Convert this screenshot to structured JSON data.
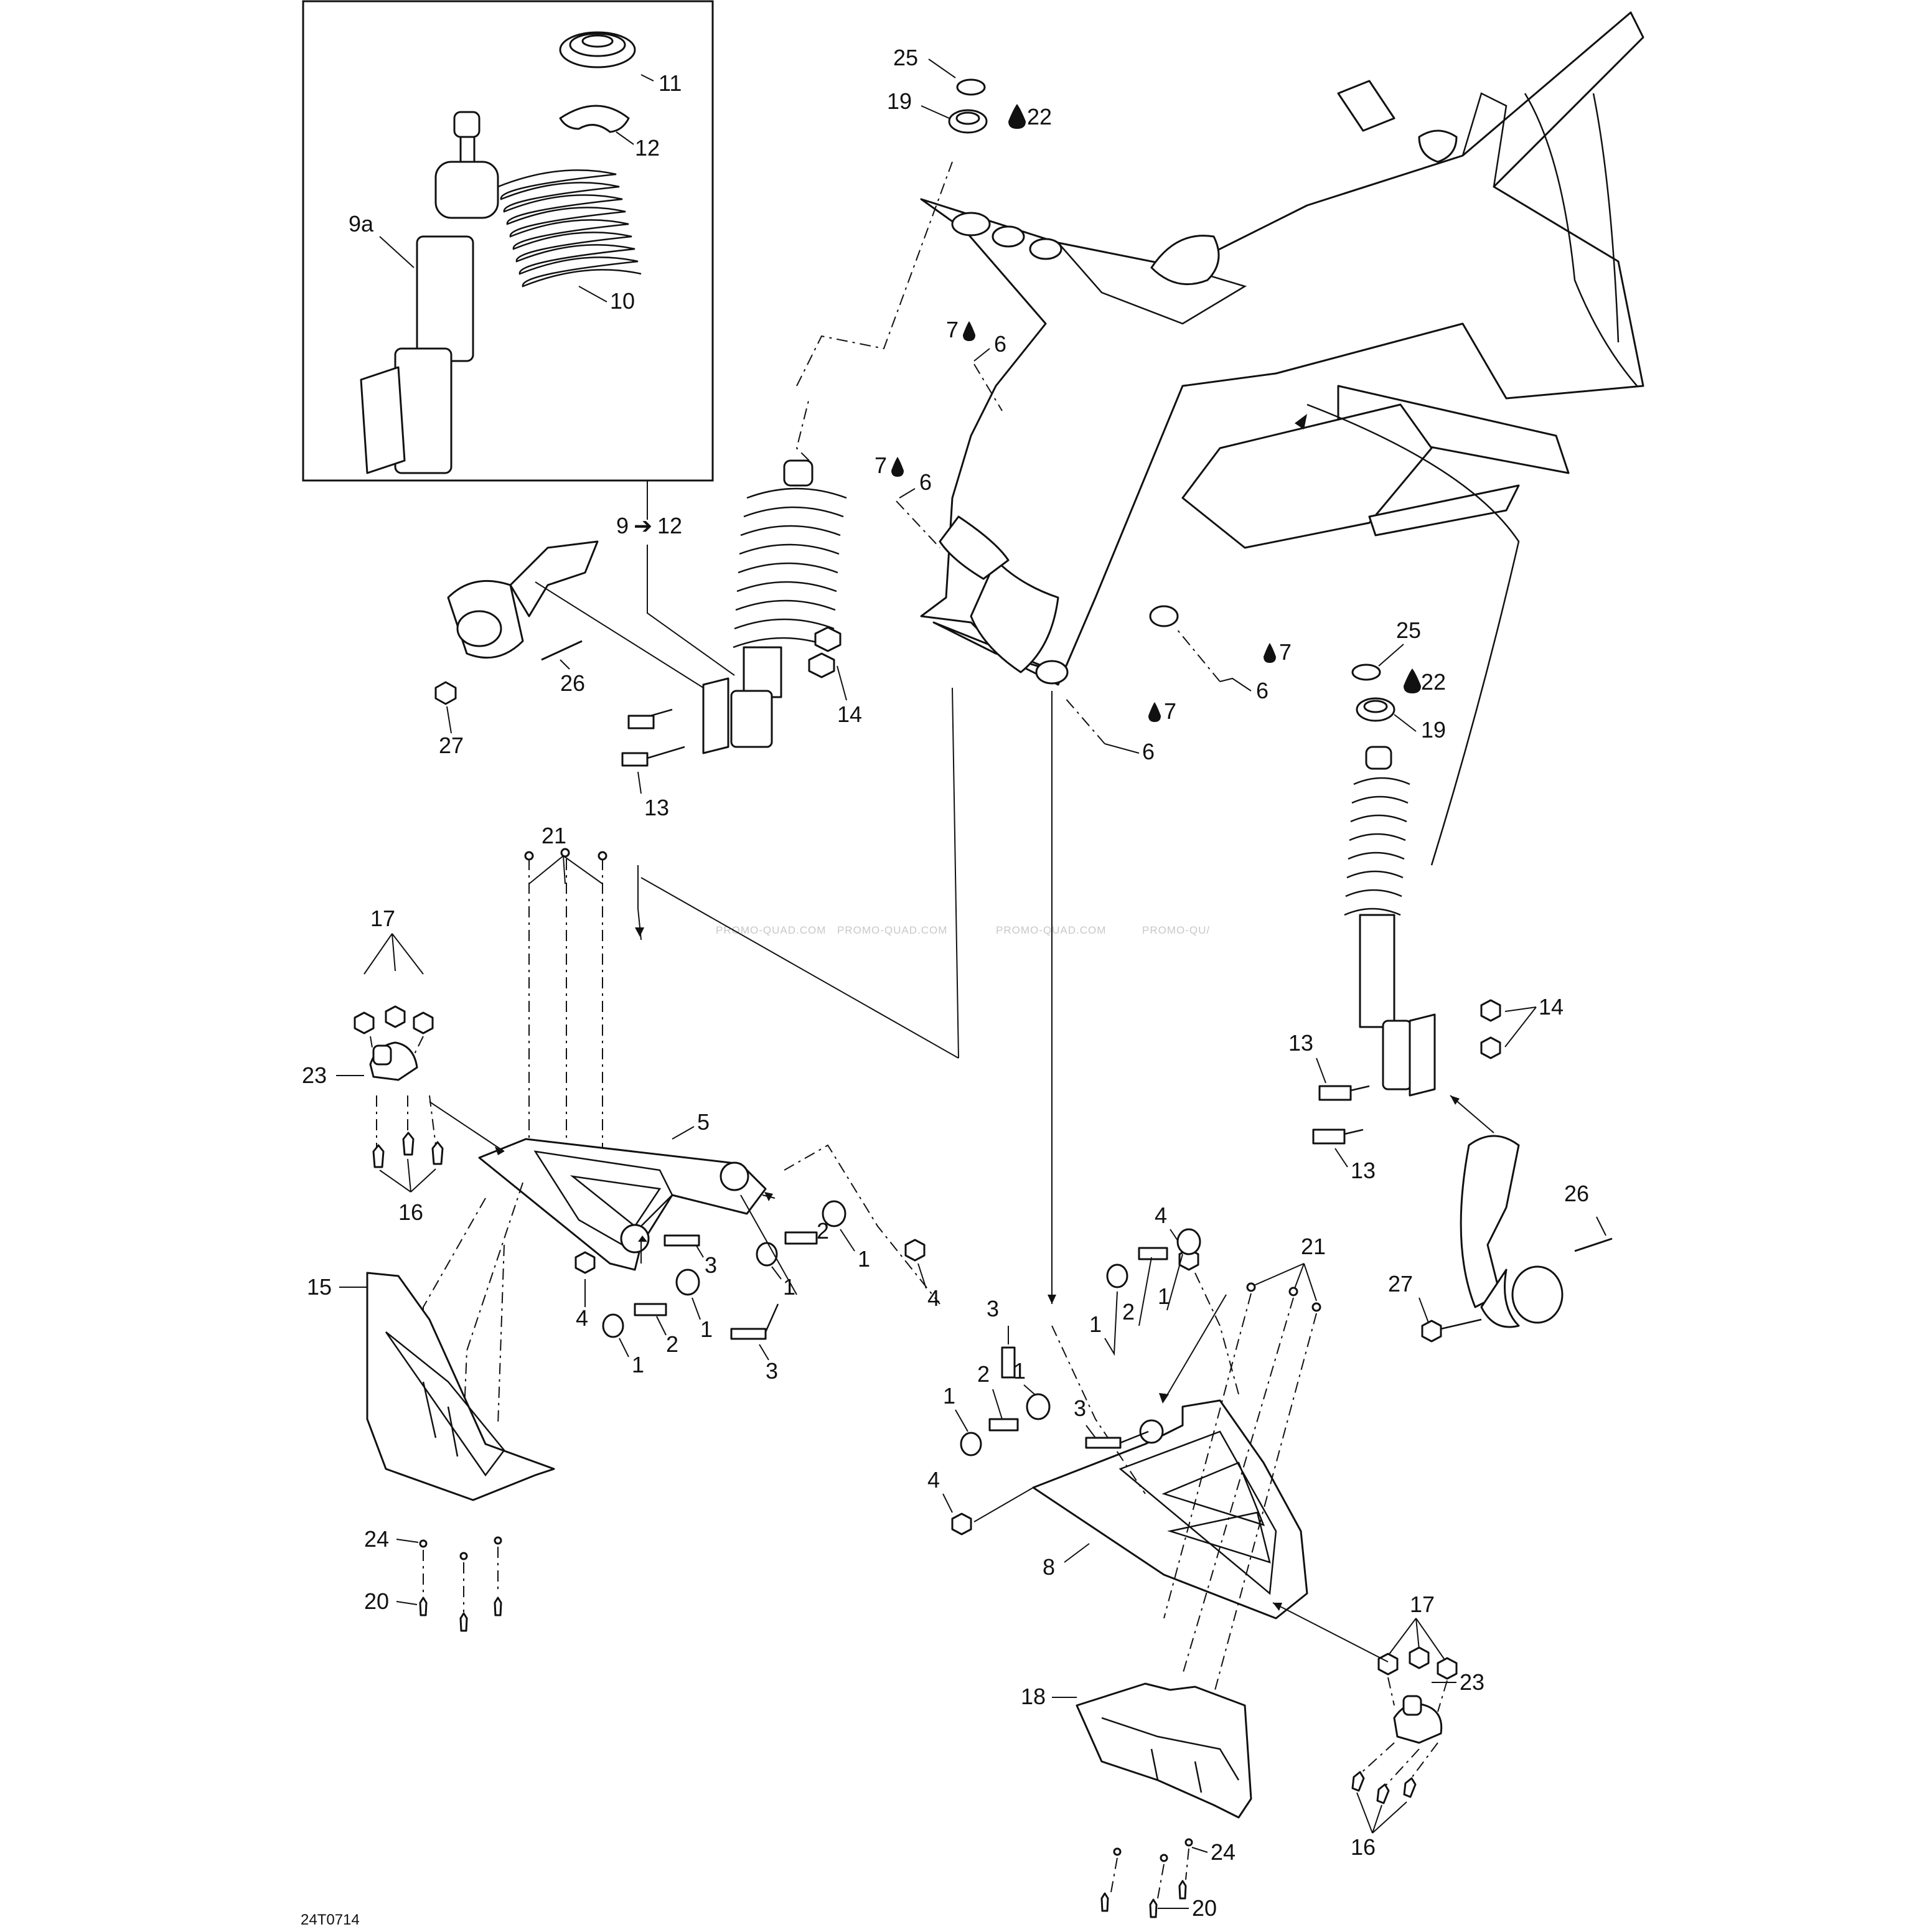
{
  "figure_code": "24T0714",
  "watermark": [
    "PROMO-QUAD.COM",
    "PROMO-QUAD.COM",
    "PROMO-QUAD.COM",
    "PROMO-QU/"
  ],
  "inset": {
    "range_label_from": "9",
    "range_label_to": "12",
    "range_arrow": "➔"
  },
  "callouts": {
    "c1a": "1",
    "c1b": "1",
    "c1c": "1",
    "c1d": "1",
    "c1e": "1",
    "c1f": "1",
    "c1g": "1",
    "c1h": "1",
    "c2a": "2",
    "c2b": "2",
    "c2c": "2",
    "c2d": "2",
    "c3a": "3",
    "c3b": "3",
    "c3c": "3",
    "c3d": "3",
    "c4a": "4",
    "c4b": "4",
    "c4c": "4",
    "c4d": "4",
    "c5": "5",
    "c6a": "6",
    "c6b": "6",
    "c6c": "6",
    "c6d": "6",
    "c7a": "7",
    "c7b": "7",
    "c7c": "7",
    "c7d": "7",
    "c8": "8",
    "c9a": "9a",
    "c10": "10",
    "c11": "11",
    "c12": "12",
    "c13a": "13",
    "c13b": "13",
    "c13c": "13",
    "c14a": "14",
    "c14b": "14",
    "c15": "15",
    "c16a": "16",
    "c16b": "16",
    "c17a": "17",
    "c17b": "17",
    "c18": "18",
    "c19a": "19",
    "c19b": "19",
    "c20a": "20",
    "c20b": "20",
    "c21a": "21",
    "c21b": "21",
    "c22a": "22",
    "c22b": "22",
    "c23a": "23",
    "c23b": "23",
    "c24a": "24",
    "c24b": "24",
    "c25a": "25",
    "c25b": "25",
    "c26a": "26",
    "c26b": "26",
    "c27a": "27",
    "c27b": "27"
  },
  "icons": {
    "lubricant": "oil-drop-icon"
  }
}
